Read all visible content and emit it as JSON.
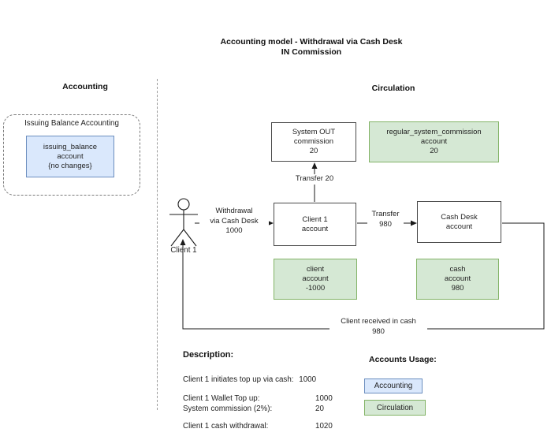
{
  "title": {
    "line1": "Accounting model - Withdrawal via Cash Desk",
    "line2": "IN Commission"
  },
  "accounting": {
    "header": "Accounting",
    "group_title": "Issuing Balance Accounting",
    "issuing_balance": {
      "l1": "issuing_balance",
      "l2": "account",
      "l3": "{no changes}"
    }
  },
  "circulation": {
    "header": "Circulation",
    "system_out": {
      "l1": "System OUT",
      "l2": "commission",
      "l3": "20"
    },
    "regular_commission": {
      "l1": "regular_system_commission",
      "l2": "account",
      "l3": "20"
    },
    "client1_account": {
      "l1": "Client 1",
      "l2": "account"
    },
    "cash_desk_account": {
      "l1": "Cash Desk",
      "l2": "account"
    },
    "client_balance": {
      "l1": "client",
      "l2": "account",
      "l3": "-1000"
    },
    "cash_balance": {
      "l1": "cash",
      "l2": "account",
      "l3": "980"
    }
  },
  "actor": {
    "label": "Client 1"
  },
  "edges": {
    "withdrawal": {
      "l1": "Withdrawal",
      "l2": "via Cash Desk",
      "l3": "1000"
    },
    "transfer_commission": {
      "l1": "Transfer 20"
    },
    "transfer_cash_desk": {
      "l1": "Transfer",
      "l2": "980"
    },
    "received_cash": {
      "l1": "Client received in cash",
      "l2": "980"
    }
  },
  "description": {
    "header": "Description:",
    "rows": [
      {
        "label": "Client 1 initiates top up via cash:",
        "value": "1000"
      },
      {
        "label": "Client 1 Wallet Top up:",
        "value": "1000"
      },
      {
        "label": "System commission (2%):",
        "value": "20"
      },
      {
        "label": "Client 1 cash withdrawal:",
        "value": "1020"
      }
    ]
  },
  "accounts_usage": {
    "header": "Accounts Usage:",
    "items": [
      {
        "label": "Accounting"
      },
      {
        "label": "Circulation"
      }
    ]
  },
  "colors": {
    "accounting_fill": "#dae8fc",
    "accounting_stroke": "#6c8ebf",
    "circulation_fill": "#d5e8d4",
    "circulation_stroke": "#82b366",
    "box_stroke": "#4a4a4a"
  }
}
